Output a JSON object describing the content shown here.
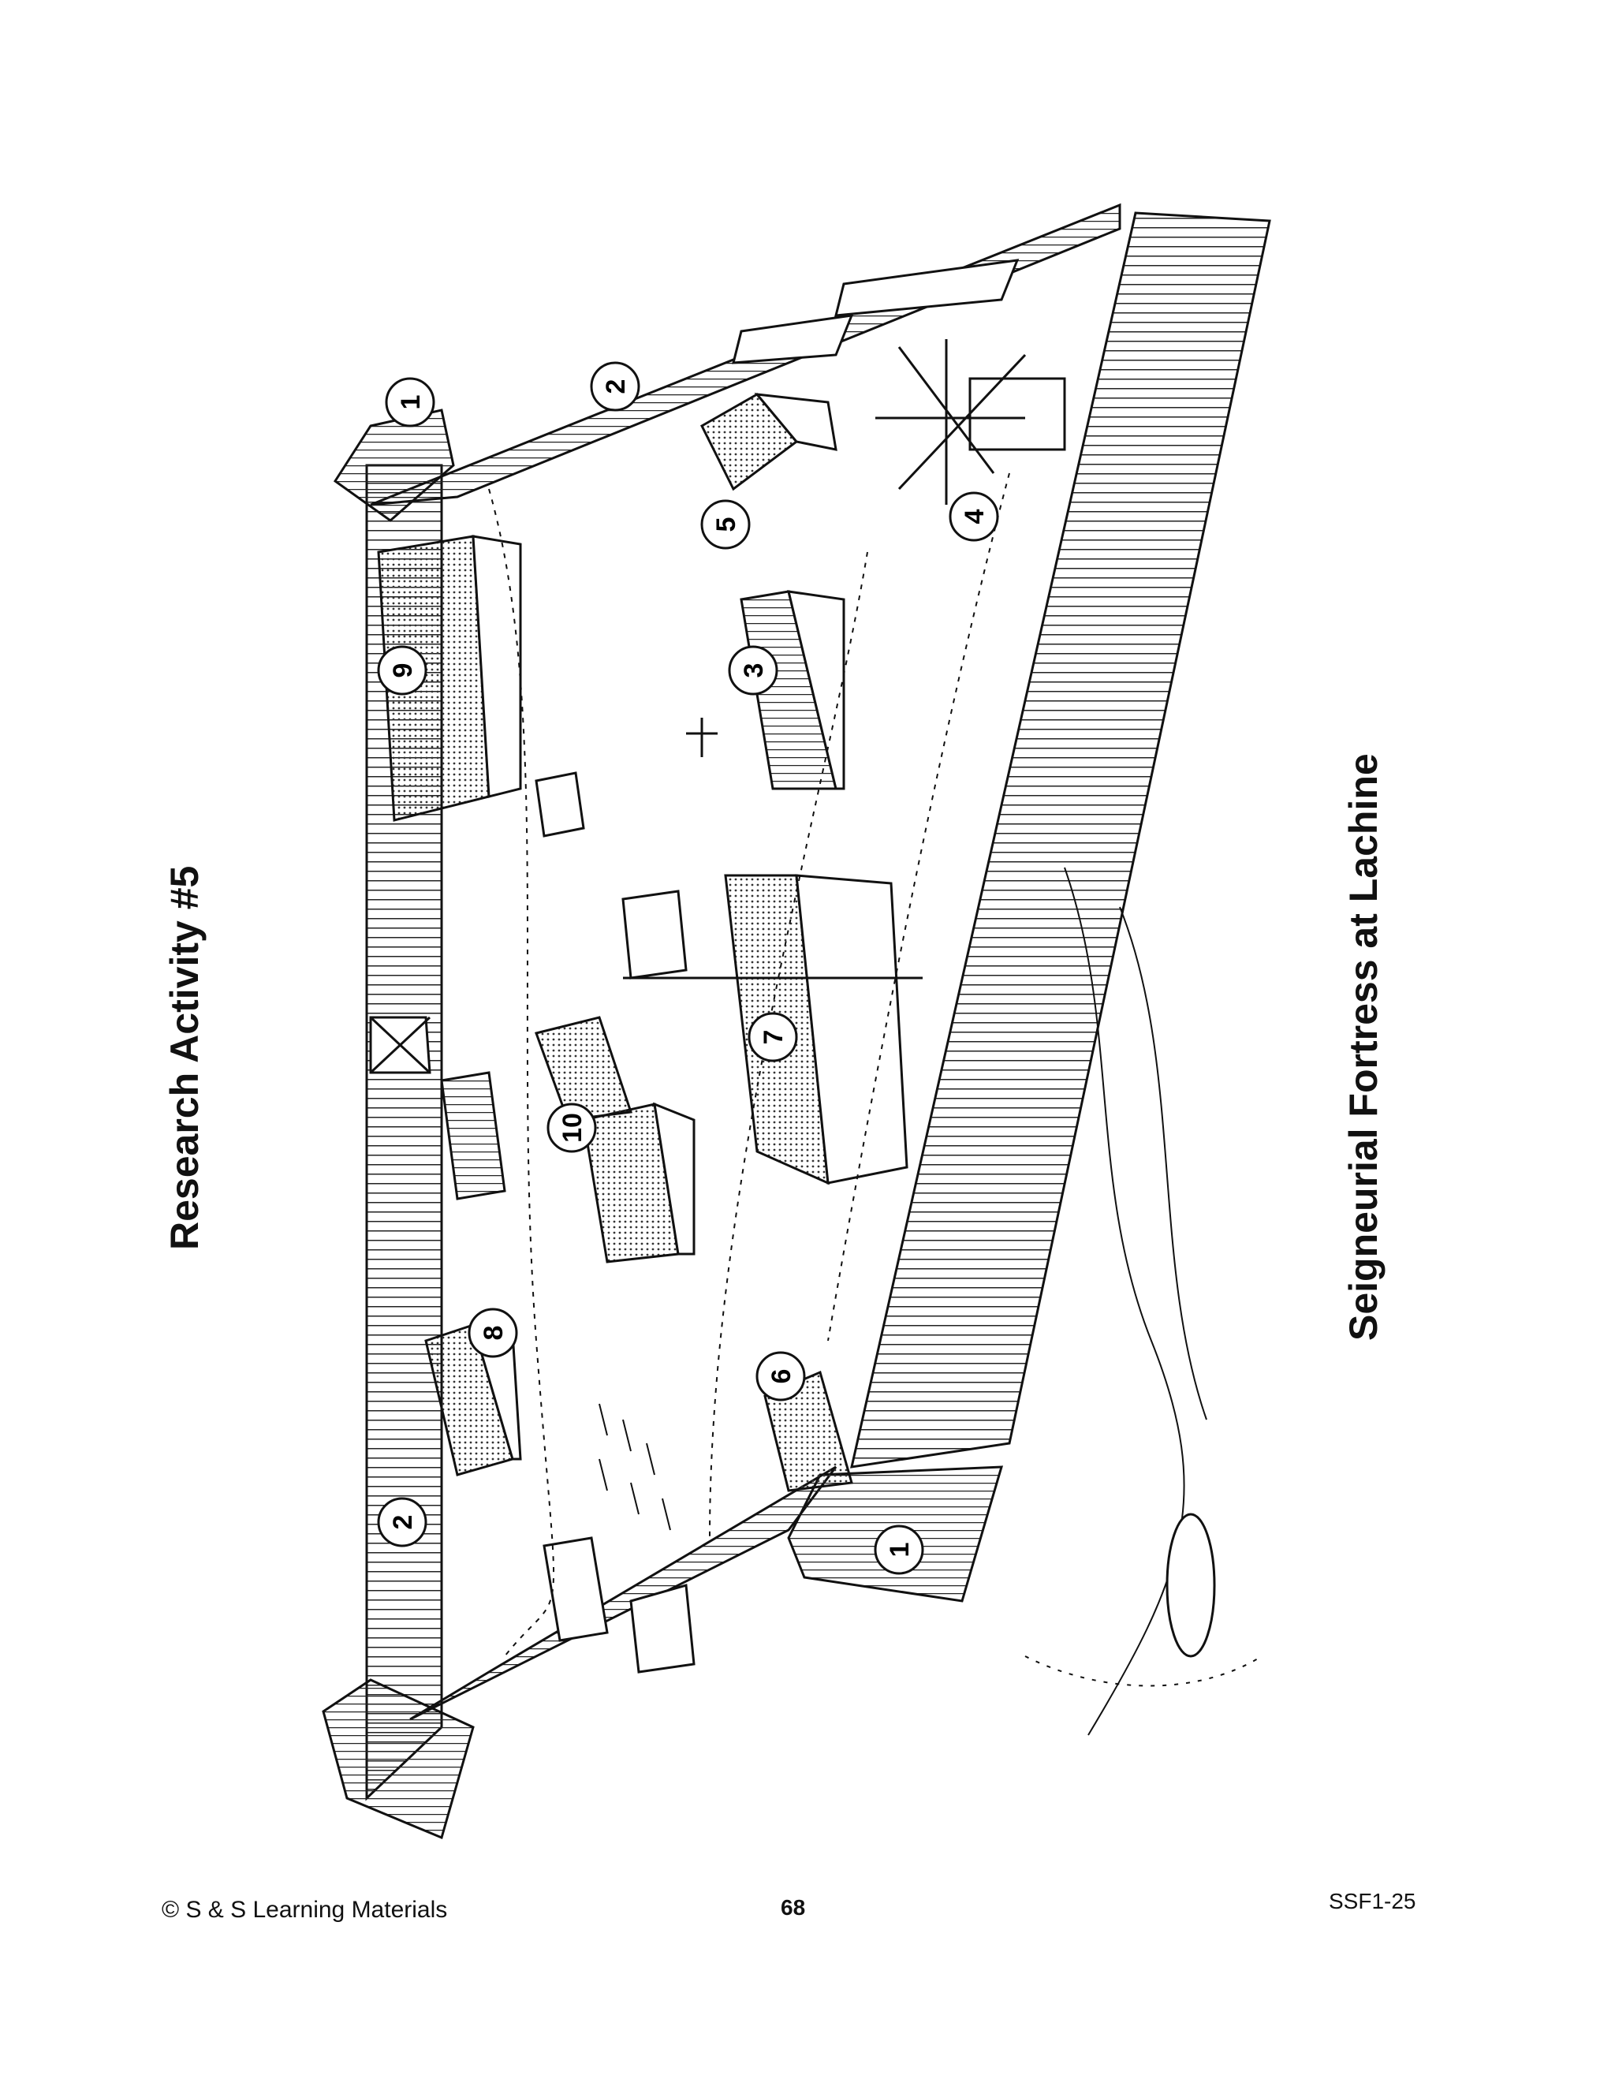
{
  "page": {
    "title": "Research Activity #5",
    "caption": "Seigneurial Fortress at Lachine",
    "footer_left": "© S & S Learning Materials",
    "page_number": "68",
    "footer_right": "SSF1-25"
  },
  "labels": [
    {
      "id": "label-1-top",
      "text": "1"
    },
    {
      "id": "label-2-top",
      "text": "2"
    },
    {
      "id": "label-5",
      "text": "5"
    },
    {
      "id": "label-4",
      "text": "4"
    },
    {
      "id": "label-9",
      "text": "9"
    },
    {
      "id": "label-3",
      "text": "3"
    },
    {
      "id": "label-7",
      "text": "7"
    },
    {
      "id": "label-10",
      "text": "10"
    },
    {
      "id": "label-8",
      "text": "8"
    },
    {
      "id": "label-6",
      "text": "6"
    },
    {
      "id": "label-2-bottom",
      "text": "2"
    },
    {
      "id": "label-1-bottom",
      "text": "1"
    }
  ]
}
